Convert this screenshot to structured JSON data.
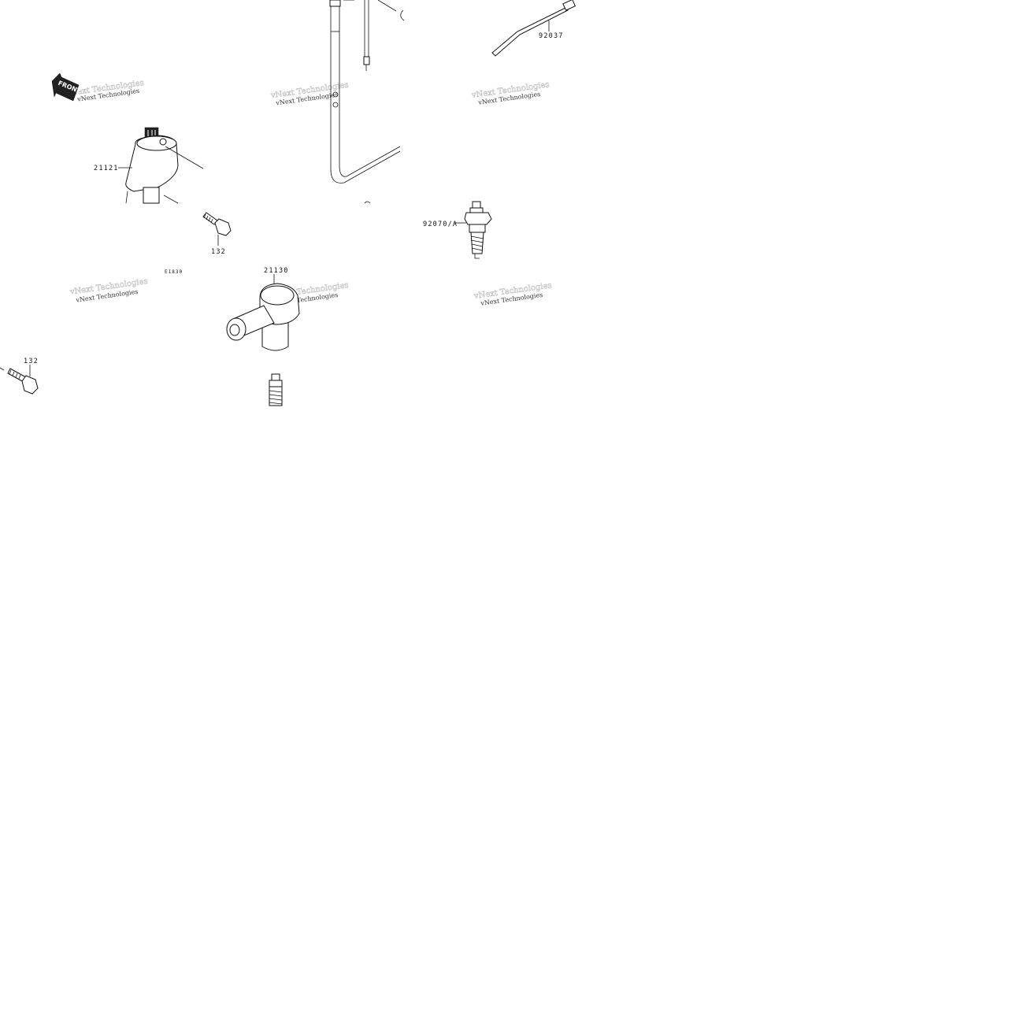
{
  "diagram": {
    "front_marker": "FRONT",
    "figure_code": "E1830",
    "watermark": "vNext Technologies",
    "part_labels": {
      "clip_tie": "92037",
      "ignition_coil": "21121",
      "bolt_upper": "132",
      "cap": "21130",
      "spark_plug": "92070/A",
      "bolt_lower": "132"
    }
  }
}
